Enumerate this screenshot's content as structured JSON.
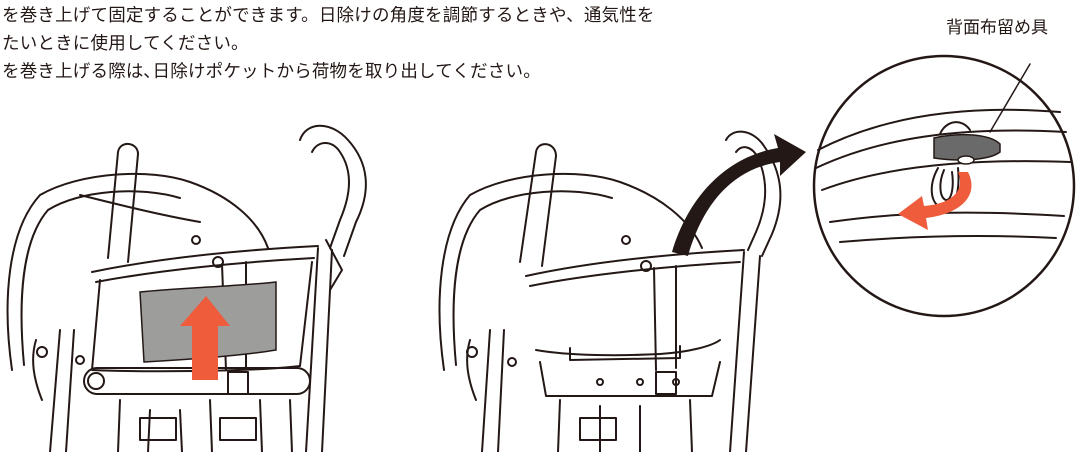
{
  "instructions": {
    "line1": "を巻き上げて固定することができます。日除けの角度を調節するときや、通気性を",
    "line2": "たいときに使用してください。",
    "line3": "を巻き上げる際は､日除けポケットから荷物を取り出してください。"
  },
  "callout": {
    "label": "背面布留め具"
  },
  "colors": {
    "ink": "#231815",
    "arrow_red": "#ee5c3b",
    "pocket_gray": "#9d9d9c",
    "fastener_gray": "#6a6a6a"
  },
  "illustrations": {
    "left": "stroller-back-rolled-down",
    "right": "stroller-back-rolled-up",
    "detail": "back-fabric-fastener-closeup"
  }
}
